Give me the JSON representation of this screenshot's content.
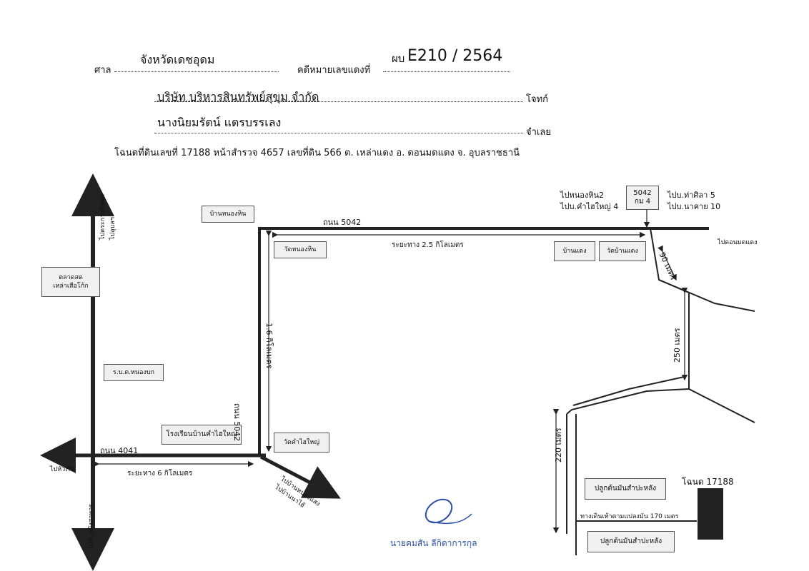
{
  "header": {
    "court_label": "ศาล",
    "court_value": "จังหวัดเดชอุดม",
    "case_label": "คดีหมายเลขแดงที่",
    "case_prefix": "ผบ",
    "case_value": "E210  /  2564",
    "plaintiff_value": "บริษัท บริหารสินทรัพย์สุขุม จำกัด",
    "plaintiff_label": "โจทก์",
    "defendant_value": "นางนิยมรัตน์  แตรบรรเลง",
    "defendant_label": "จำเลย",
    "deed_line": "โฉนดที่ดินเลขที่  17188   หน้าสำรวจ  4657   เลขที่ดิน  566   ต. เหล่าแดง   อ. ดอนมดแดง    จ. อุบลราชธานี"
  },
  "map": {
    "boxes": {
      "market": "ตลาดสด\nเหล่าเสือโก้ก",
      "ban_nong_hin": "บ้านหนองหิน",
      "wat_nong_hin": "วัดหนองหิน",
      "ban_daeng": "บ้านแดง",
      "wat_ban_daeng": "วัดบ้านแดง",
      "road_marker": "5042\nกม 4",
      "police": "ร.บ.ต.หนองบก",
      "school": "โรงเรียนบ้านคำไฮใหญ่",
      "wat_kham_hai_yai": "วัดคำไฮใหญ่",
      "cassava_north": "ปลูกต้นมันสำปะหลัง",
      "cassava_south": "ปลูกต้นมันสำปะหลัง"
    },
    "labels": {
      "to_phibun": "ไปตระการพืชผล",
      "to_ubon": "ไปอุบลฯ",
      "to_nong_hin": "ไปหนองหิน2",
      "to_kham_hai_yai": "ไปบ.คำไฮใหญ่ 4",
      "to_tha_sila": "ไปบ.ท่าศิลา 5",
      "to_na_khai": "ไปบ.นาคาย 10",
      "to_don_mot_daeng": "ไปดอนมดแดง",
      "road_5042_top": "ถนน 5042",
      "distance_2_5": "ระยะทาง  2.5   กิโลเมตร",
      "distance_90": "90  เมตร",
      "distance_1_6": "1.6  กิโลเมตร",
      "distance_250": "250  เมตร",
      "road_5042_vertical": "ถนน 5042",
      "road_4041": "ถนน 4041",
      "to_hua_ruea": "ไปหัวเรือ",
      "distance_6": "ระยะทาง   6   กิโลเมตร",
      "to_nong_saeng": "ไปบ้านหนองแสง\nไปบ้านนาไฮ้",
      "to_south": "ไปพิบูลมังสาหาร",
      "distance_220": "220  เมตร",
      "deed_no": "โฉนด  17188",
      "walkway": "ทางเดินเท้าตามแปลงมัน 170 เมตร"
    }
  },
  "signature": {
    "name": "นายคมสัน  ลีกิดาการกุล"
  }
}
